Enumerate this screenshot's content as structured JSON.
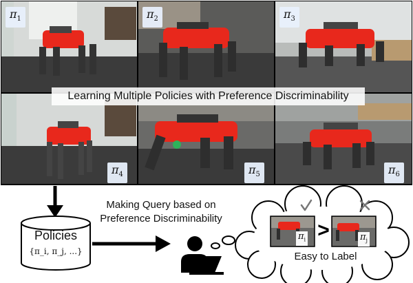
{
  "banner": {
    "title": "Learning Multiple Policies with Preference Discriminability"
  },
  "policies": [
    {
      "sym": "π",
      "sub": "1"
    },
    {
      "sym": "π",
      "sub": "2"
    },
    {
      "sym": "π",
      "sub": "3"
    },
    {
      "sym": "π",
      "sub": "4"
    },
    {
      "sym": "π",
      "sub": "5"
    },
    {
      "sym": "π",
      "sub": "6"
    }
  ],
  "database": {
    "label": "Policies",
    "set": "{π_i, π_j, ...}"
  },
  "query": {
    "line1": "Making Query based on",
    "line2": "Preference Discriminability"
  },
  "comparison": {
    "left": {
      "sym": "π",
      "sub": "i"
    },
    "right": {
      "sym": "π",
      "sub": "j"
    },
    "operator": ">",
    "caption": "Easy to Label"
  },
  "colors": {
    "robot": "#e8281c",
    "accept": "#777777",
    "reject": "#777777"
  }
}
